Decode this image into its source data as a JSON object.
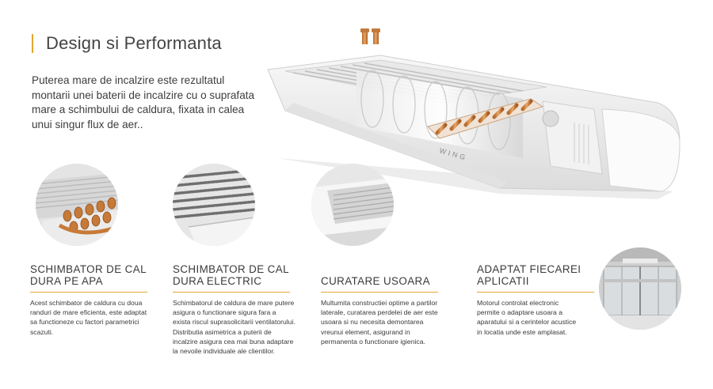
{
  "header": {
    "title": "Design si Performanta",
    "accent": "#e0a72e"
  },
  "intro": "Puterea mare de incalzire este rezultatul montarii unei baterii de incalzire cu o suprafata mare a schimbului de caldura, fixata in calea unui singur flux de aer..",
  "product": {
    "brand_label": "WING"
  },
  "features": [
    {
      "title": "SCHIMBATOR DE CAL DURA PE APA",
      "text": "Acest schimbator de caldura cu doua randuri de mare eficienta, este adaptat sa functioneze cu factori parametrici scazuti.",
      "icon": "copper-coil-image"
    },
    {
      "title": "SCHIMBATOR DE CAL DURA ELECTRIC",
      "text": "Schimbatorul de caldura de mare putere asigura o functionare sigura fara a exista riscul suprasolicitarii ventilatorului. Distributia asimetrica a puterii de incalzire asigura cea mai buna adaptare la nevoile individuale ale clientilor.",
      "icon": "electric-coil-image"
    },
    {
      "title": "CURATARE USOARA",
      "text": "Multumita constructiei optime a partilor laterale, curatarea perdelei de aer este usoara si nu necesita demontarea vreunui element, asigurand in permanenta o functionare igienica.",
      "icon": "side-panel-image"
    },
    {
      "title": "ADAPTAT FIECAREI APLICATII",
      "text": "Motorul controlat electronic permite o adaptare usoara a aparatului si a cerintelor acustice in locatia unde este amplasat.",
      "icon": "storefront-image"
    }
  ]
}
